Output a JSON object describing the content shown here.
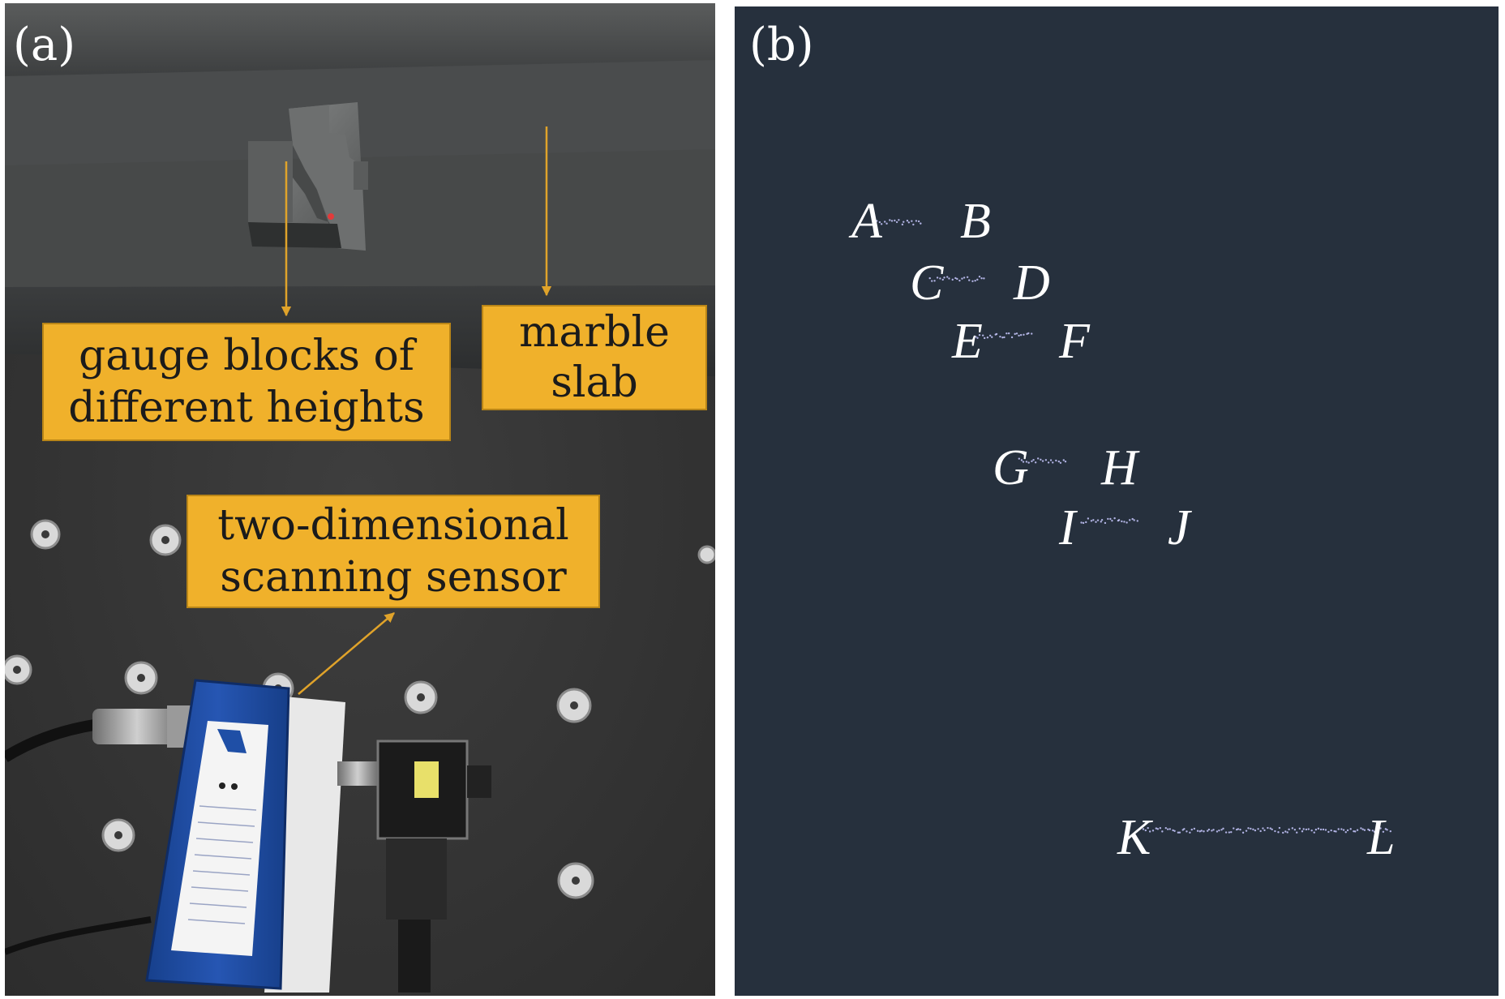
{
  "panel_a": {
    "label": "(a)",
    "callouts": {
      "gauge_blocks": [
        "gauge blocks of",
        "different heights"
      ],
      "marble_slab": [
        "marble",
        "slab"
      ],
      "sensor": [
        "two-dimensional",
        "scanning sensor"
      ]
    },
    "colors": {
      "callout_fill": "#f0b12b",
      "arrow": "#e0a32a",
      "sensor_body": "#1f4fa6"
    }
  },
  "panel_b": {
    "label": "(b)",
    "points": [
      "A",
      "B",
      "C",
      "D",
      "E",
      "F",
      "G",
      "H",
      "I",
      "J",
      "K",
      "L"
    ],
    "colors": {
      "background": "#26303d",
      "scan_points": "#c9c9ff"
    }
  }
}
